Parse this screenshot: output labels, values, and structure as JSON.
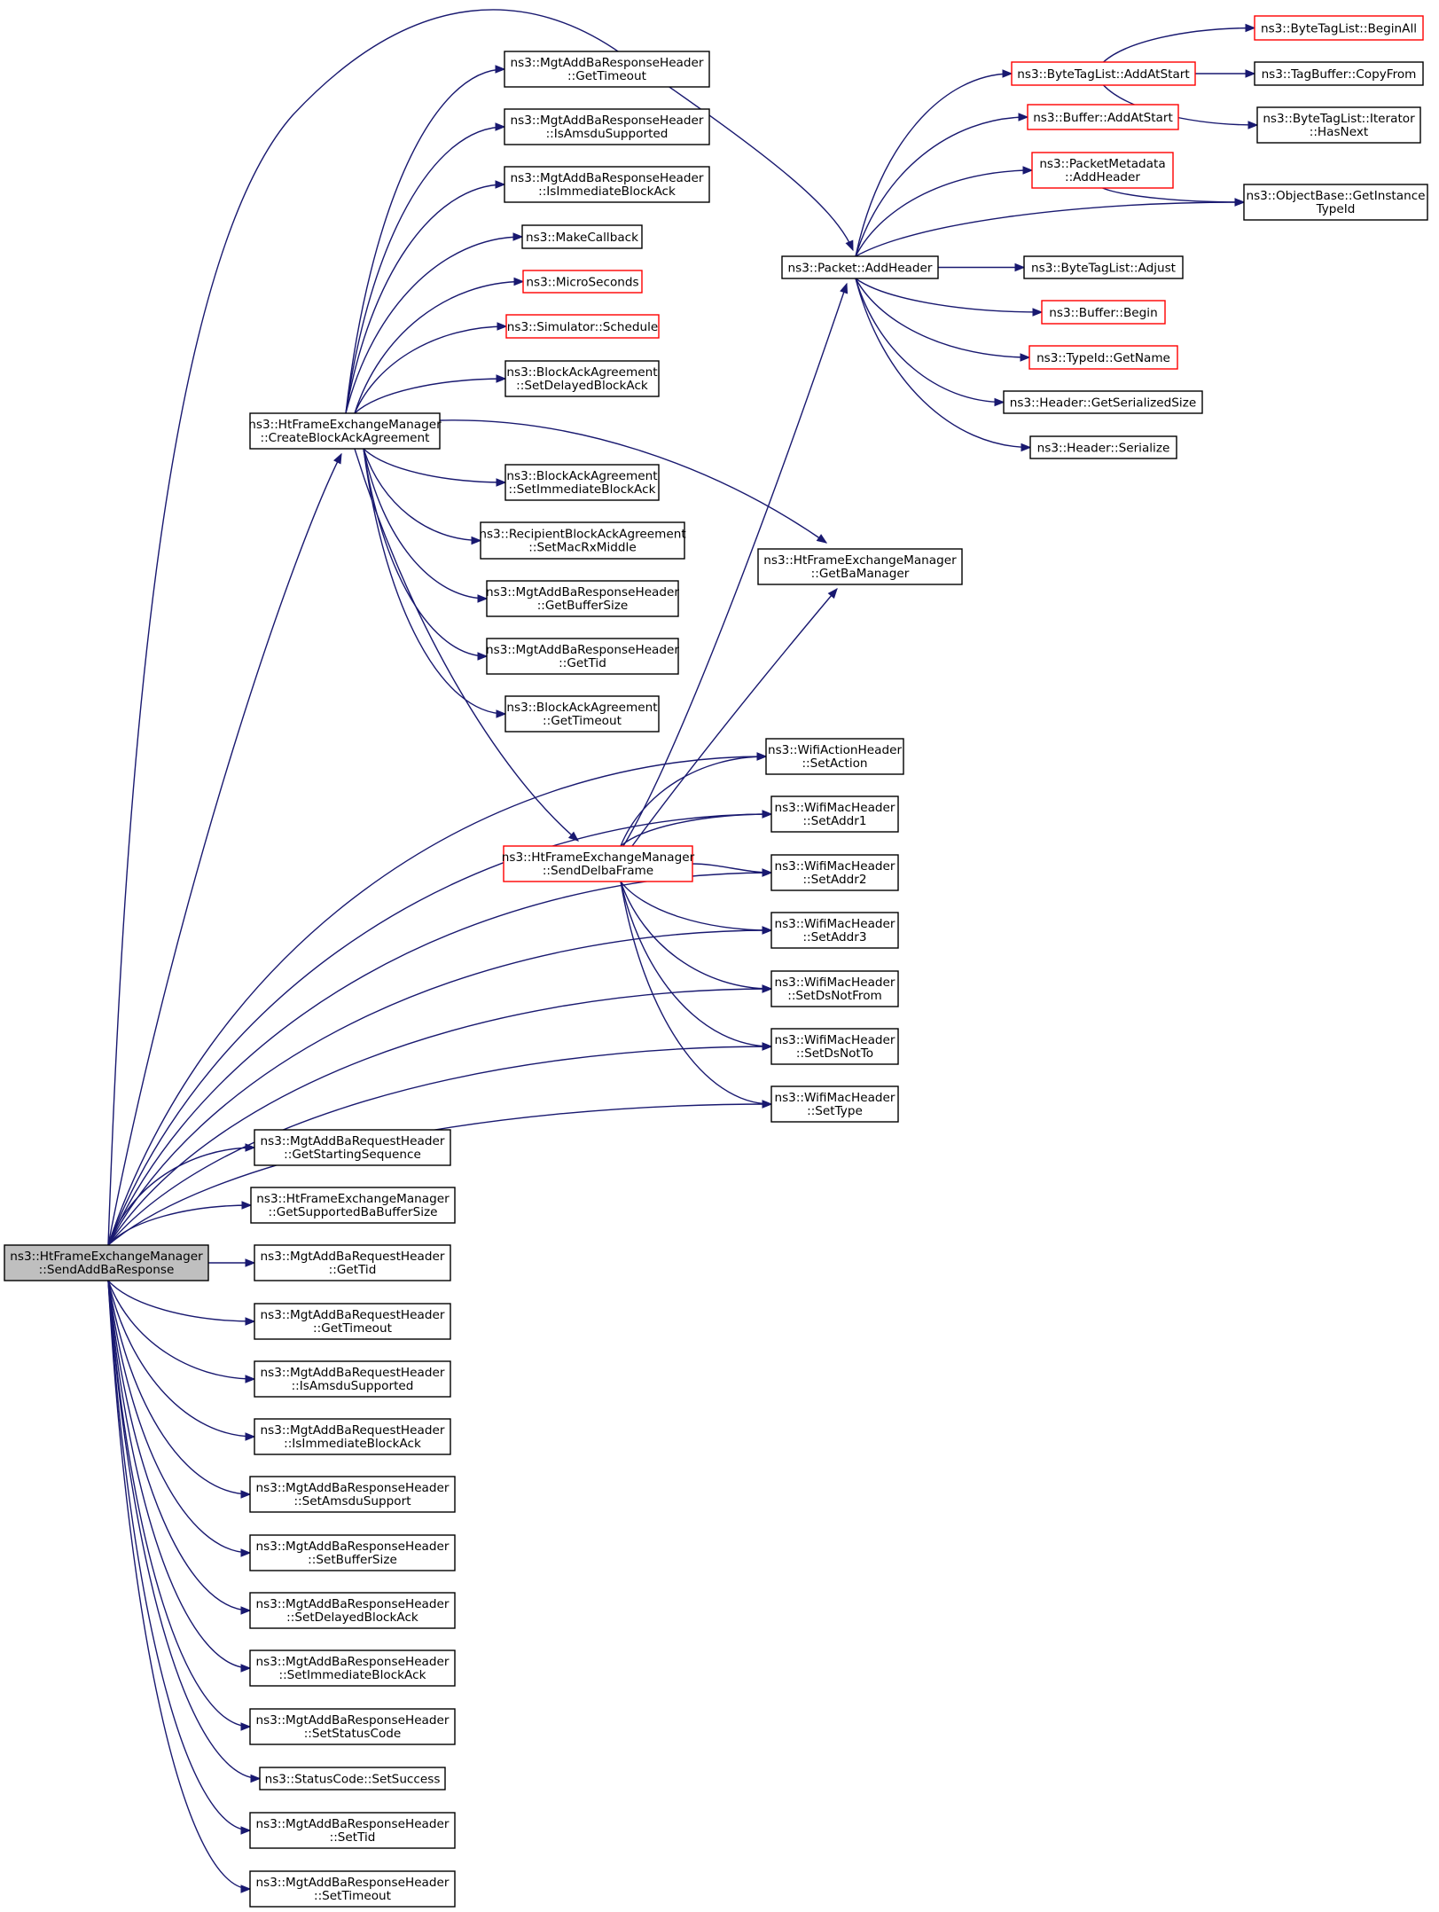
{
  "title": "Call graph of ns3::HtFrameExchangeManager::SendAddBaResponse",
  "colors": {
    "edge": "#191970",
    "border": "#000000",
    "truncated_border": "#ff0000",
    "root_fill": "#bfbfbf",
    "node_fill": "#ffffff"
  },
  "nodes": [
    {
      "id": "root",
      "lines": [
        "ns3::HtFrameExchangeManager",
        "::SendAddBaResponse"
      ],
      "style": "root"
    },
    {
      "id": "cbaa",
      "lines": [
        "ns3::HtFrameExchangeManager",
        "::CreateBlockAckAgreement"
      ],
      "style": "normal"
    },
    {
      "id": "resp_gettimeout",
      "lines": [
        "ns3::MgtAddBaResponseHeader",
        "::GetTimeout"
      ],
      "style": "normal"
    },
    {
      "id": "resp_isamsdu",
      "lines": [
        "ns3::MgtAddBaResponseHeader",
        "::IsAmsduSupported"
      ],
      "style": "normal"
    },
    {
      "id": "resp_isimm",
      "lines": [
        "ns3::MgtAddBaResponseHeader",
        "::IsImmediateBlockAck"
      ],
      "style": "normal"
    },
    {
      "id": "makecallback",
      "lines": [
        "ns3::MakeCallback"
      ],
      "style": "normal"
    },
    {
      "id": "microseconds",
      "lines": [
        "ns3::MicroSeconds"
      ],
      "style": "red"
    },
    {
      "id": "schedule",
      "lines": [
        "ns3::Simulator::Schedule"
      ],
      "style": "red"
    },
    {
      "id": "baa_setdelayed",
      "lines": [
        "ns3::BlockAckAgreement",
        "::SetDelayedBlockAck"
      ],
      "style": "normal"
    },
    {
      "id": "baa_setimm",
      "lines": [
        "ns3::BlockAckAgreement",
        "::SetImmediateBlockAck"
      ],
      "style": "normal"
    },
    {
      "id": "setmacrx",
      "lines": [
        "ns3::RecipientBlockAckAgreement",
        "::SetMacRxMiddle"
      ],
      "style": "normal"
    },
    {
      "id": "resp_getbuf",
      "lines": [
        "ns3::MgtAddBaResponseHeader",
        "::GetBufferSize"
      ],
      "style": "normal"
    },
    {
      "id": "resp_gettid",
      "lines": [
        "ns3::MgtAddBaResponseHeader",
        "::GetTid"
      ],
      "style": "normal"
    },
    {
      "id": "baa_gettimeout",
      "lines": [
        "ns3::BlockAckAgreement",
        "::GetTimeout"
      ],
      "style": "normal"
    },
    {
      "id": "packet_addheader",
      "lines": [
        "ns3::Packet::AddHeader"
      ],
      "style": "normal"
    },
    {
      "id": "btl_addatstart",
      "lines": [
        "ns3::ByteTagList::AddAtStart"
      ],
      "style": "red"
    },
    {
      "id": "btl_beginall",
      "lines": [
        "ns3::ByteTagList::BeginAll"
      ],
      "style": "red"
    },
    {
      "id": "tagbuffer_copyfrom",
      "lines": [
        "ns3::TagBuffer::CopyFrom"
      ],
      "style": "normal"
    },
    {
      "id": "btl_iter_hasnext",
      "lines": [
        "ns3::ByteTagList::Iterator",
        "::HasNext"
      ],
      "style": "normal"
    },
    {
      "id": "buffer_addatstart",
      "lines": [
        "ns3::Buffer::AddAtStart"
      ],
      "style": "red"
    },
    {
      "id": "pm_addheader",
      "lines": [
        "ns3::PacketMetadata",
        "::AddHeader"
      ],
      "style": "red"
    },
    {
      "id": "getinstancetypeid",
      "lines": [
        "ns3::ObjectBase::GetInstance",
        "TypeId"
      ],
      "style": "normal"
    },
    {
      "id": "btl_adjust",
      "lines": [
        "ns3::ByteTagList::Adjust"
      ],
      "style": "normal"
    },
    {
      "id": "buffer_begin",
      "lines": [
        "ns3::Buffer::Begin"
      ],
      "style": "red"
    },
    {
      "id": "typeid_getname",
      "lines": [
        "ns3::TypeId::GetName"
      ],
      "style": "red"
    },
    {
      "id": "header_getsersize",
      "lines": [
        "ns3::Header::GetSerializedSize"
      ],
      "style": "normal"
    },
    {
      "id": "header_serialize",
      "lines": [
        "ns3::Header::Serialize"
      ],
      "style": "normal"
    },
    {
      "id": "getbamanager",
      "lines": [
        "ns3::HtFrameExchangeManager",
        "::GetBaManager"
      ],
      "style": "normal"
    },
    {
      "id": "senddelba",
      "lines": [
        "ns3::HtFrameExchangeManager",
        "::SendDelbaFrame"
      ],
      "style": "red"
    },
    {
      "id": "setaction",
      "lines": [
        "ns3::WifiActionHeader",
        "::SetAction"
      ],
      "style": "normal"
    },
    {
      "id": "setaddr1",
      "lines": [
        "ns3::WifiMacHeader",
        "::SetAddr1"
      ],
      "style": "normal"
    },
    {
      "id": "setaddr2",
      "lines": [
        "ns3::WifiMacHeader",
        "::SetAddr2"
      ],
      "style": "normal"
    },
    {
      "id": "setaddr3",
      "lines": [
        "ns3::WifiMacHeader",
        "::SetAddr3"
      ],
      "style": "normal"
    },
    {
      "id": "setdsnotfrom",
      "lines": [
        "ns3::WifiMacHeader",
        "::SetDsNotFrom"
      ],
      "style": "normal"
    },
    {
      "id": "setdsnotto",
      "lines": [
        "ns3::WifiMacHeader",
        "::SetDsNotTo"
      ],
      "style": "normal"
    },
    {
      "id": "settype",
      "lines": [
        "ns3::WifiMacHeader",
        "::SetType"
      ],
      "style": "normal"
    },
    {
      "id": "req_getstartseq",
      "lines": [
        "ns3::MgtAddBaRequestHeader",
        "::GetStartingSequence"
      ],
      "style": "normal"
    },
    {
      "id": "getsupbabuf",
      "lines": [
        "ns3::HtFrameExchangeManager",
        "::GetSupportedBaBufferSize"
      ],
      "style": "normal"
    },
    {
      "id": "req_gettid",
      "lines": [
        "ns3::MgtAddBaRequestHeader",
        "::GetTid"
      ],
      "style": "normal"
    },
    {
      "id": "req_gettimeout",
      "lines": [
        "ns3::MgtAddBaRequestHeader",
        "::GetTimeout"
      ],
      "style": "normal"
    },
    {
      "id": "req_isamsdu",
      "lines": [
        "ns3::MgtAddBaRequestHeader",
        "::IsAmsduSupported"
      ],
      "style": "normal"
    },
    {
      "id": "req_isimm",
      "lines": [
        "ns3::MgtAddBaRequestHeader",
        "::IsImmediateBlockAck"
      ],
      "style": "normal"
    },
    {
      "id": "resp_setamsdu",
      "lines": [
        "ns3::MgtAddBaResponseHeader",
        "::SetAmsduSupport"
      ],
      "style": "normal"
    },
    {
      "id": "resp_setbuf",
      "lines": [
        "ns3::MgtAddBaResponseHeader",
        "::SetBufferSize"
      ],
      "style": "normal"
    },
    {
      "id": "resp_setdelayed",
      "lines": [
        "ns3::MgtAddBaResponseHeader",
        "::SetDelayedBlockAck"
      ],
      "style": "normal"
    },
    {
      "id": "resp_setimm",
      "lines": [
        "ns3::MgtAddBaResponseHeader",
        "::SetImmediateBlockAck"
      ],
      "style": "normal"
    },
    {
      "id": "resp_setstatus",
      "lines": [
        "ns3::MgtAddBaResponseHeader",
        "::SetStatusCode"
      ],
      "style": "normal"
    },
    {
      "id": "statuscode_setsuccess",
      "lines": [
        "ns3::StatusCode::SetSuccess"
      ],
      "style": "normal"
    },
    {
      "id": "resp_settid",
      "lines": [
        "ns3::MgtAddBaResponseHeader",
        "::SetTid"
      ],
      "style": "normal"
    },
    {
      "id": "resp_settimeout",
      "lines": [
        "ns3::MgtAddBaResponseHeader",
        "::SetTimeout"
      ],
      "style": "normal"
    }
  ],
  "edges": [
    [
      "root",
      "packet_addheader"
    ],
    [
      "root",
      "cbaa"
    ],
    [
      "root",
      "setaction"
    ],
    [
      "root",
      "setaddr1"
    ],
    [
      "root",
      "setaddr2"
    ],
    [
      "root",
      "setaddr3"
    ],
    [
      "root",
      "setdsnotfrom"
    ],
    [
      "root",
      "setdsnotto"
    ],
    [
      "root",
      "settype"
    ],
    [
      "root",
      "req_getstartseq"
    ],
    [
      "root",
      "getsupbabuf"
    ],
    [
      "root",
      "req_gettid"
    ],
    [
      "root",
      "req_gettimeout"
    ],
    [
      "root",
      "req_isamsdu"
    ],
    [
      "root",
      "req_isimm"
    ],
    [
      "root",
      "resp_setamsdu"
    ],
    [
      "root",
      "resp_setbuf"
    ],
    [
      "root",
      "resp_setdelayed"
    ],
    [
      "root",
      "resp_setimm"
    ],
    [
      "root",
      "resp_setstatus"
    ],
    [
      "root",
      "statuscode_setsuccess"
    ],
    [
      "root",
      "resp_settid"
    ],
    [
      "root",
      "resp_settimeout"
    ],
    [
      "cbaa",
      "resp_gettimeout"
    ],
    [
      "cbaa",
      "resp_isamsdu"
    ],
    [
      "cbaa",
      "resp_isimm"
    ],
    [
      "cbaa",
      "makecallback"
    ],
    [
      "cbaa",
      "microseconds"
    ],
    [
      "cbaa",
      "schedule"
    ],
    [
      "cbaa",
      "baa_setdelayed"
    ],
    [
      "cbaa",
      "getbamanager"
    ],
    [
      "cbaa",
      "baa_setimm"
    ],
    [
      "cbaa",
      "setmacrx"
    ],
    [
      "cbaa",
      "resp_getbuf"
    ],
    [
      "cbaa",
      "resp_gettid"
    ],
    [
      "cbaa",
      "baa_gettimeout"
    ],
    [
      "cbaa",
      "senddelba"
    ],
    [
      "packet_addheader",
      "btl_addatstart"
    ],
    [
      "packet_addheader",
      "buffer_addatstart"
    ],
    [
      "packet_addheader",
      "pm_addheader"
    ],
    [
      "packet_addheader",
      "getinstancetypeid"
    ],
    [
      "packet_addheader",
      "btl_adjust"
    ],
    [
      "packet_addheader",
      "buffer_begin"
    ],
    [
      "packet_addheader",
      "typeid_getname"
    ],
    [
      "packet_addheader",
      "header_getsersize"
    ],
    [
      "packet_addheader",
      "header_serialize"
    ],
    [
      "btl_addatstart",
      "btl_beginall"
    ],
    [
      "btl_addatstart",
      "tagbuffer_copyfrom"
    ],
    [
      "btl_addatstart",
      "btl_iter_hasnext"
    ],
    [
      "pm_addheader",
      "getinstancetypeid"
    ],
    [
      "senddelba",
      "packet_addheader"
    ],
    [
      "senddelba",
      "getbamanager"
    ],
    [
      "senddelba",
      "setaction"
    ],
    [
      "senddelba",
      "setaddr1"
    ],
    [
      "senddelba",
      "setaddr2"
    ],
    [
      "senddelba",
      "setaddr3"
    ],
    [
      "senddelba",
      "setdsnotfrom"
    ],
    [
      "senddelba",
      "setdsnotto"
    ],
    [
      "senddelba",
      "settype"
    ]
  ]
}
